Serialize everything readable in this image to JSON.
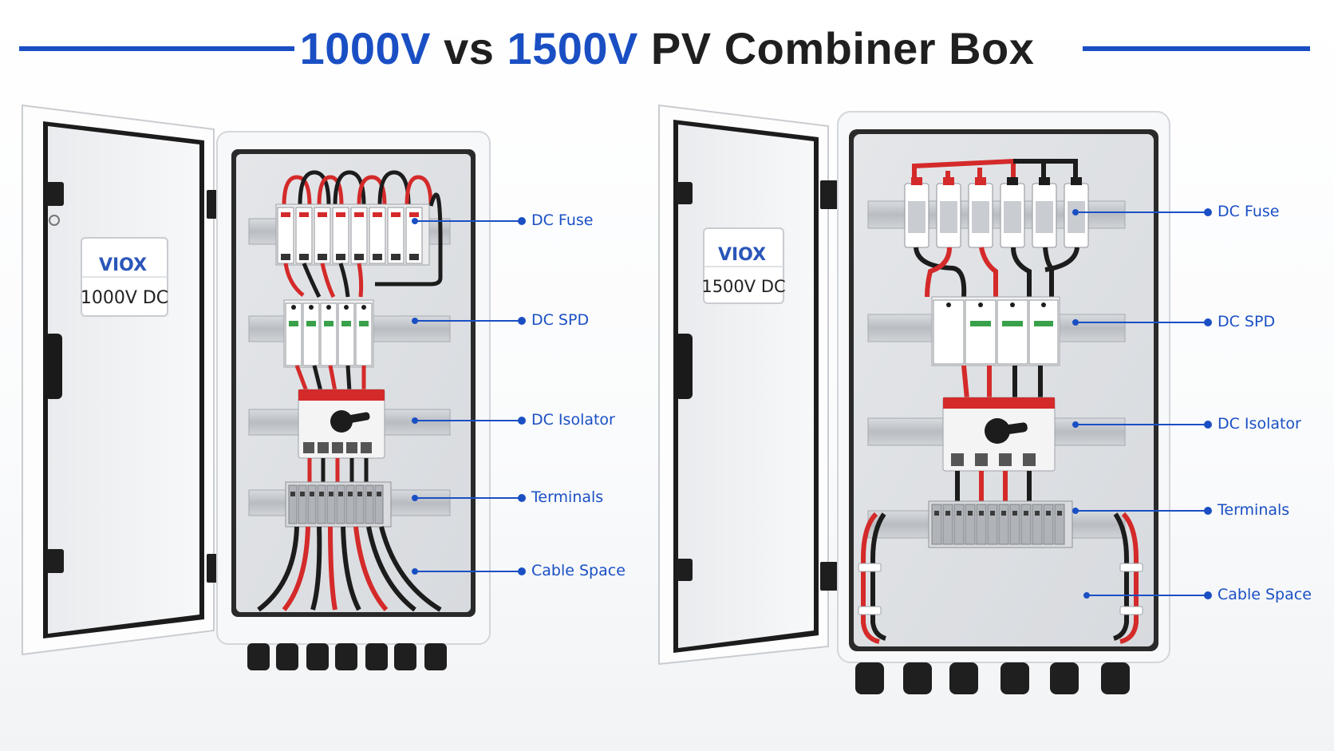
{
  "title": {
    "part1": "1000V",
    "part2": " vs ",
    "part3": "1500V",
    "part4": " PV Combiner Box"
  },
  "left_box": {
    "brand": "VIOX",
    "voltage": "1000V DC",
    "callouts": [
      "DC Fuse",
      "DC SPD",
      "DC Isolator",
      "Terminals",
      "Cable Space"
    ]
  },
  "right_box": {
    "brand": "VIOX",
    "voltage": "1500V DC",
    "callouts": [
      "DC Fuse",
      "DC SPD",
      "DC Isolator",
      "Terminals",
      "Cable Space"
    ]
  },
  "colors": {
    "accent": "#1a4fc4",
    "wire_red": "#d42a2a",
    "wire_black": "#1c1c1c",
    "enclosure": "#f4f5f6"
  }
}
